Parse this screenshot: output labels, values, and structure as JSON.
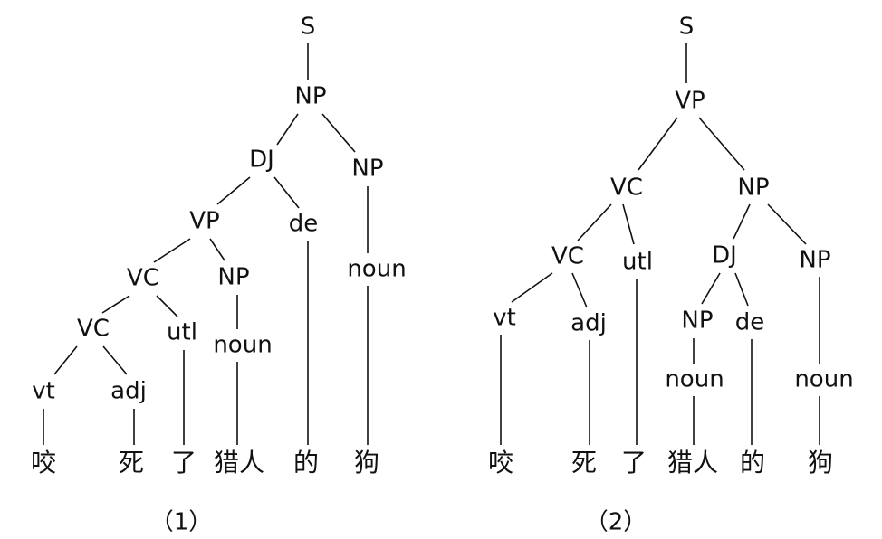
{
  "colors": {
    "ink": "#111111",
    "background": "#ffffff"
  },
  "trees": [
    {
      "caption": "（1）",
      "nodes": [
        {
          "id": "s",
          "label": "S"
        },
        {
          "id": "np1",
          "label": "NP"
        },
        {
          "id": "dj",
          "label": "DJ"
        },
        {
          "id": "np_r",
          "label": "NP"
        },
        {
          "id": "vp",
          "label": "VP"
        },
        {
          "id": "de",
          "label": "de"
        },
        {
          "id": "noun_r",
          "label": "noun"
        },
        {
          "id": "vc1",
          "label": "VC"
        },
        {
          "id": "np_m",
          "label": "NP"
        },
        {
          "id": "vc2",
          "label": "VC"
        },
        {
          "id": "utl",
          "label": "utl"
        },
        {
          "id": "noun_m",
          "label": "noun"
        },
        {
          "id": "vt",
          "label": "vt"
        },
        {
          "id": "adj",
          "label": "adj"
        },
        {
          "id": "w1",
          "label": "咬",
          "word": true
        },
        {
          "id": "w2",
          "label": "死",
          "word": true
        },
        {
          "id": "w3",
          "label": "了",
          "word": true
        },
        {
          "id": "w4",
          "label": "猎人",
          "word": true
        },
        {
          "id": "w5",
          "label": "的",
          "word": true
        },
        {
          "id": "w6",
          "label": "狗",
          "word": true
        }
      ]
    },
    {
      "caption": "（2）",
      "nodes": [
        {
          "id": "s",
          "label": "S"
        },
        {
          "id": "vp",
          "label": "VP"
        },
        {
          "id": "vc1",
          "label": "VC"
        },
        {
          "id": "np1",
          "label": "NP"
        },
        {
          "id": "vc2",
          "label": "VC"
        },
        {
          "id": "utl",
          "label": "utl"
        },
        {
          "id": "dj",
          "label": "DJ"
        },
        {
          "id": "np_r",
          "label": "NP"
        },
        {
          "id": "vt",
          "label": "vt"
        },
        {
          "id": "adj",
          "label": "adj"
        },
        {
          "id": "np_m",
          "label": "NP"
        },
        {
          "id": "de",
          "label": "de"
        },
        {
          "id": "noun_m",
          "label": "noun"
        },
        {
          "id": "noun_r",
          "label": "noun"
        },
        {
          "id": "w1",
          "label": "咬",
          "word": true
        },
        {
          "id": "w2",
          "label": "死",
          "word": true
        },
        {
          "id": "w3",
          "label": "了",
          "word": true
        },
        {
          "id": "w4",
          "label": "猎人",
          "word": true
        },
        {
          "id": "w5",
          "label": "的",
          "word": true
        },
        {
          "id": "w6",
          "label": "狗",
          "word": true
        }
      ]
    }
  ]
}
